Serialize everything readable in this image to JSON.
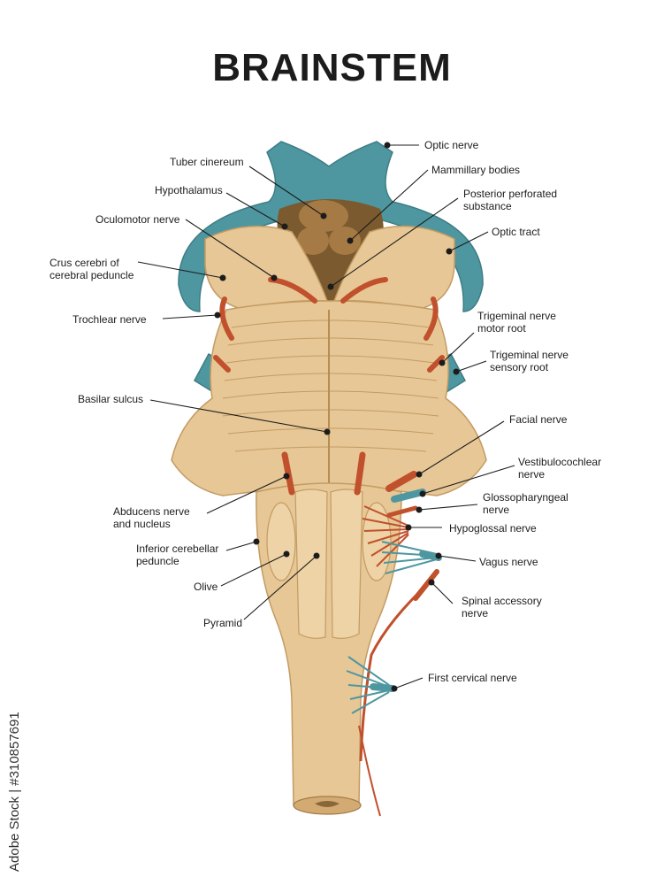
{
  "title": "BRAINSTEM",
  "watermark": "Adobe Stock | #310857691",
  "colors": {
    "tissue": "#e7c796",
    "tissue_dark": "#d3aa72",
    "tissue_line": "#c39b63",
    "optic": "#4e97a0",
    "optic_dark": "#3d7d85",
    "nerve": "#c1502c",
    "hypothalamus": "#7a5a2e",
    "leader": "#1c1c1c"
  },
  "labels": {
    "optic_nerve": "Optic nerve",
    "tuber_cinereum": "Tuber cinereum",
    "mammillary_bodies": "Mammillary bodies",
    "hypothalamus": "Hypothalamus",
    "posterior_perforated_substance": "Posterior perforated\nsubstance",
    "oculomotor_nerve": "Oculomotor nerve",
    "optic_tract": "Optic tract",
    "crus_cerebri": "Crus cerebri of\ncerebral peduncle",
    "trochlear_nerve": "Trochlear nerve",
    "trigeminal_motor_root": "Trigeminal nerve\nmotor root",
    "trigeminal_sensory_root": "Trigeminal nerve\nsensory root",
    "basilar_sulcus": "Basilar sulcus",
    "facial_nerve": "Facial nerve",
    "vestibulocochlear_nerve": "Vestibulocochlear\nnerve",
    "abducens_nerve": "Abducens nerve\nand nucleus",
    "glossopharyngeal_nerve": "Glossopharyngeal\nnerve",
    "hypoglossal_nerve": "Hypoglossal nerve",
    "inferior_cerebellar_peduncle": "Inferior cerebellar\npeduncle",
    "vagus_nerve": "Vagus nerve",
    "olive": "Olive",
    "spinal_accessory_nerve": "Spinal accessory\nnerve",
    "pyramid": "Pyramid",
    "first_cervical_nerve": "First cervical nerve"
  }
}
